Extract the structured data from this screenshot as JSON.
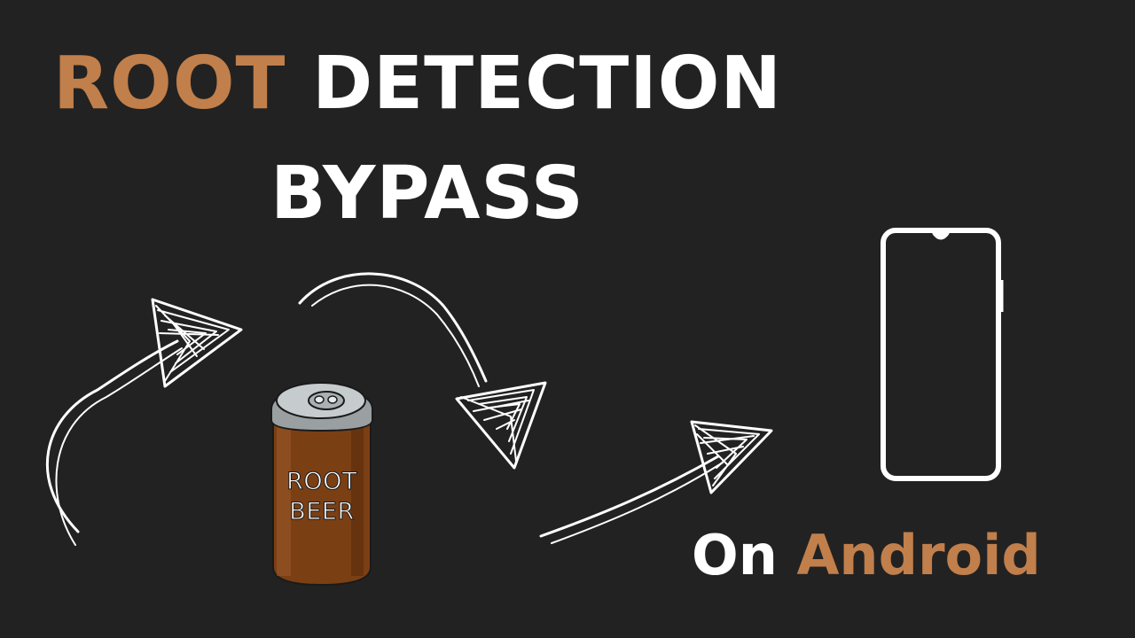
{
  "colors": {
    "background": "#222222",
    "accent": "#c17f4b",
    "text": "#ffffff",
    "can_body": "#7b3f14",
    "can_lid": "#bfc6c8"
  },
  "title": {
    "word_root": "ROOT",
    "word_detection": "DETECTION",
    "word_bypass": "BYPASS"
  },
  "subtitle": {
    "word_on": "On",
    "word_android": "Android"
  },
  "can": {
    "label_line_1": "ROOT",
    "label_line_2": "BEER"
  },
  "icons": {
    "arrows": "hand-drawn-arrow-icon",
    "can": "root-beer-can-icon",
    "phone": "android-phone-icon"
  }
}
